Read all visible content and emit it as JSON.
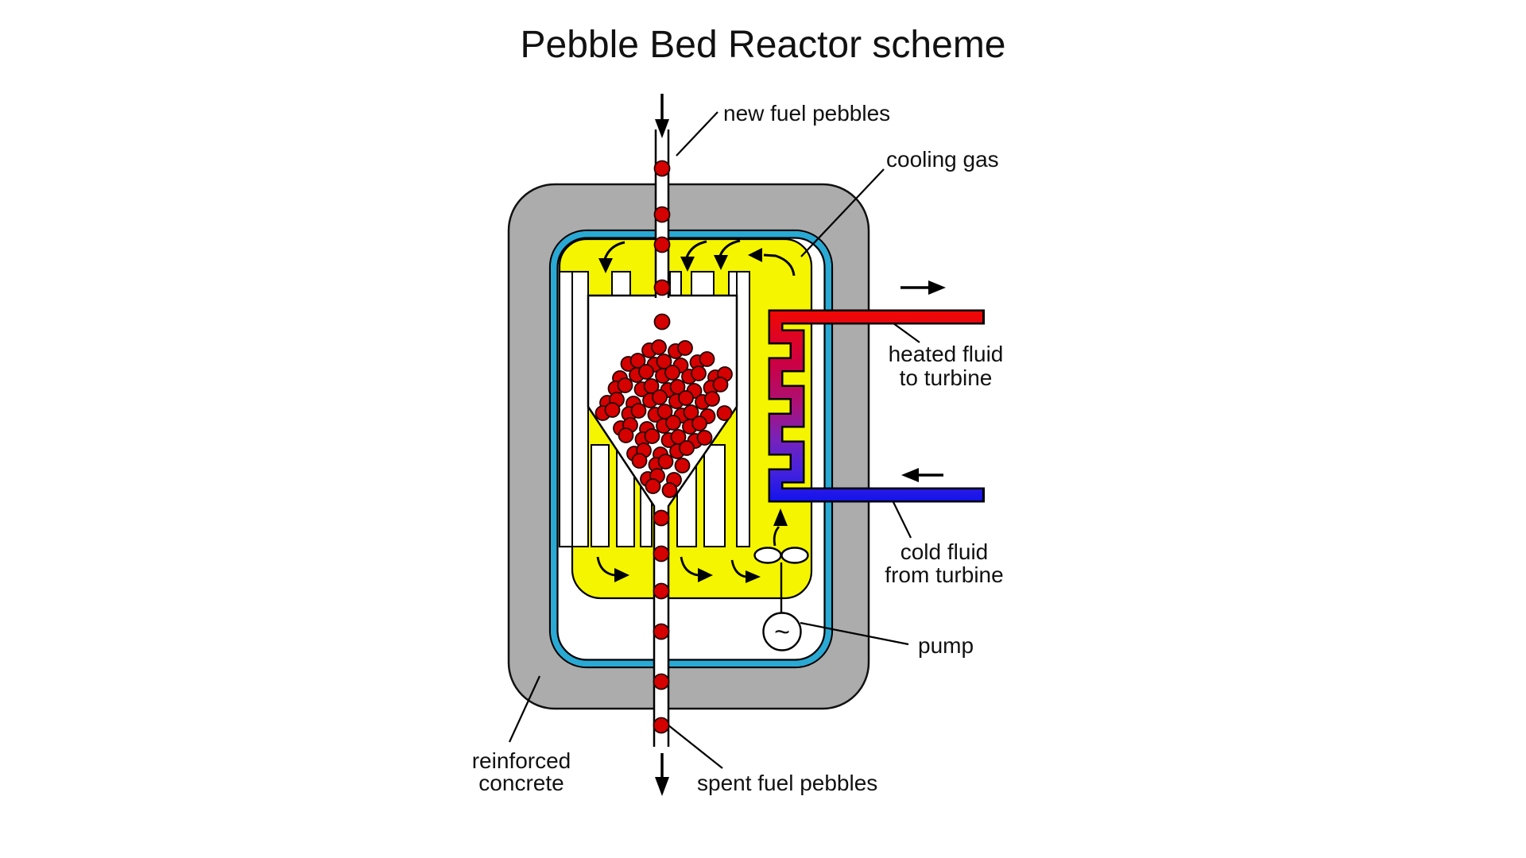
{
  "title": "Pebble Bed Reactor scheme",
  "labels": {
    "new_fuel": "new fuel pebbles",
    "cooling_gas": "cooling gas",
    "heated_fluid_line1": "heated fluid",
    "heated_fluid_line2": "to turbine",
    "cold_fluid_line1": "cold fluid",
    "cold_fluid_line2": "from turbine",
    "pump": "pump",
    "reinforced_line1": "reinforced",
    "reinforced_line2": "concrete",
    "spent_fuel": "spent fuel pebbles",
    "generator_symbol": "~"
  },
  "colors": {
    "reinforced_concrete_gray": "#ACACAC",
    "pressure_vessel_cyan": "#29A9D4",
    "cooling_gas_yellow": "#F5F500",
    "fuel_pebble_red": "#D50000",
    "hot_pipe_red": "#F10800",
    "cold_pipe_blue": "#1414EB",
    "outline_black": "#000000"
  }
}
